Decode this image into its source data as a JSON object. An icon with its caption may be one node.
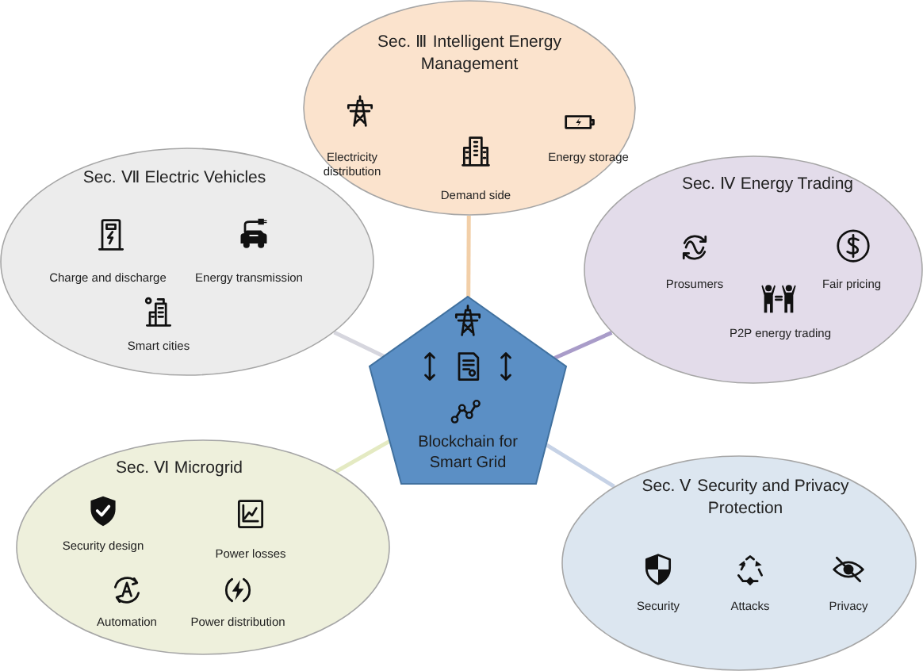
{
  "diagram": {
    "nodes": [
      {
        "text": [
          "Blockchain for Smart Grid"
        ]
      },
      {
        "text": [
          "Sec. Ⅲ Intelligent Energy Management",
          "Electricity distribution",
          "Demand side",
          "Energy storage"
        ]
      },
      {
        "text": [
          "Sec. Ⅶ Electric Vehicles",
          "Charge and discharge",
          "Energy transmission",
          "Smart cities"
        ]
      },
      {
        "text": [
          "Sec. Ⅳ Energy Trading",
          "Prosumers",
          "Fair pricing",
          "P2P energy trading"
        ]
      },
      {
        "text": [
          "Sec. Ⅵ Microgrid",
          "Security design",
          "Power losses",
          "Automation",
          "Power distribution"
        ]
      },
      {
        "text": [
          "Sec. Ⅴ Security and Privacy Protection",
          "Security",
          "Attacks",
          "Privacy"
        ]
      }
    ],
    "edges": [
      {
        "from": 0,
        "to": 1,
        "arrow": "none",
        "color": "#f2cfa8"
      },
      {
        "from": 0,
        "to": 2,
        "arrow": "none",
        "color": "#d6d6de"
      },
      {
        "from": 0,
        "to": 3,
        "arrow": "none",
        "color": "#a99cc9"
      },
      {
        "from": 0,
        "to": 4,
        "arrow": "none",
        "color": "#e4eac2"
      },
      {
        "from": 0,
        "to": 5,
        "arrow": "none",
        "color": "#c6d2e6"
      }
    ]
  }
}
